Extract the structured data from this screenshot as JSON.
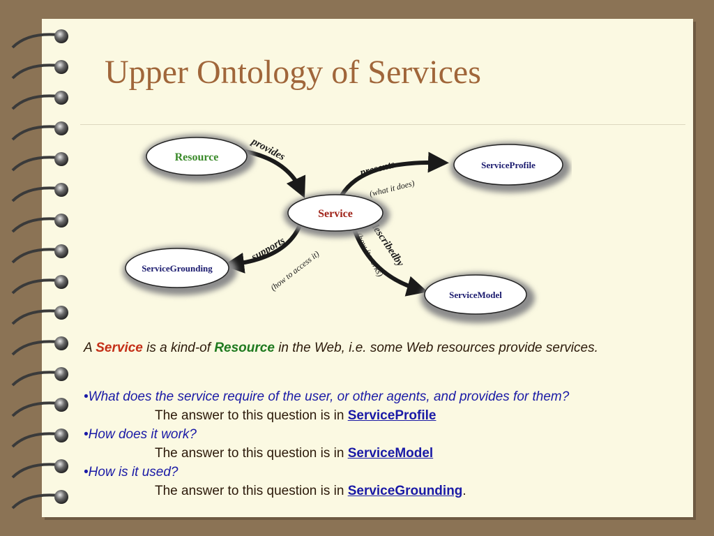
{
  "slide": {
    "title": "Upper Ontology of Services"
  },
  "diagram": {
    "nodes": {
      "resource": "Resource",
      "service": "Service",
      "profile": "ServiceProfile",
      "grounding": "ServiceGrounding",
      "model": "ServiceModel"
    },
    "edges": {
      "provides": "provides",
      "presents": "presents",
      "presents_note": "(what it does)",
      "supports": "supports",
      "supports_note": "(how to access it)",
      "describedby": "describedby",
      "describedby_note": "(how it works)"
    },
    "colors": {
      "resource_text": "#3a8a2a",
      "service_text": "#a0241a",
      "node_text": "#1a1a6e"
    }
  },
  "text": {
    "intro": {
      "a": "A ",
      "service": "Service",
      "mid": " is a kind-of ",
      "resource": "Resource",
      "rest": " in the Web, i.e. some Web resources provide services."
    },
    "bullet_mark": "•",
    "q1": "What does the service require of the user, or other agents, and provides for them?",
    "a1_prefix": "The answer to this question is in ",
    "a1_link": "ServiceProfile",
    "q2": "How does it work?",
    "a2_prefix": "The answer to this question is in ",
    "a2_link": "ServiceModel",
    "q3": "How is it used?",
    "a3_prefix": "The answer to this question is in ",
    "a3_link": "ServiceGrounding",
    "a3_suffix": "."
  },
  "colors": {
    "background": "#8b7355",
    "page": "#fbf9e2",
    "title": "#a0663a",
    "question": "#1a1aa6",
    "service_keyword": "#c43018",
    "resource_keyword": "#1f7a1f"
  }
}
